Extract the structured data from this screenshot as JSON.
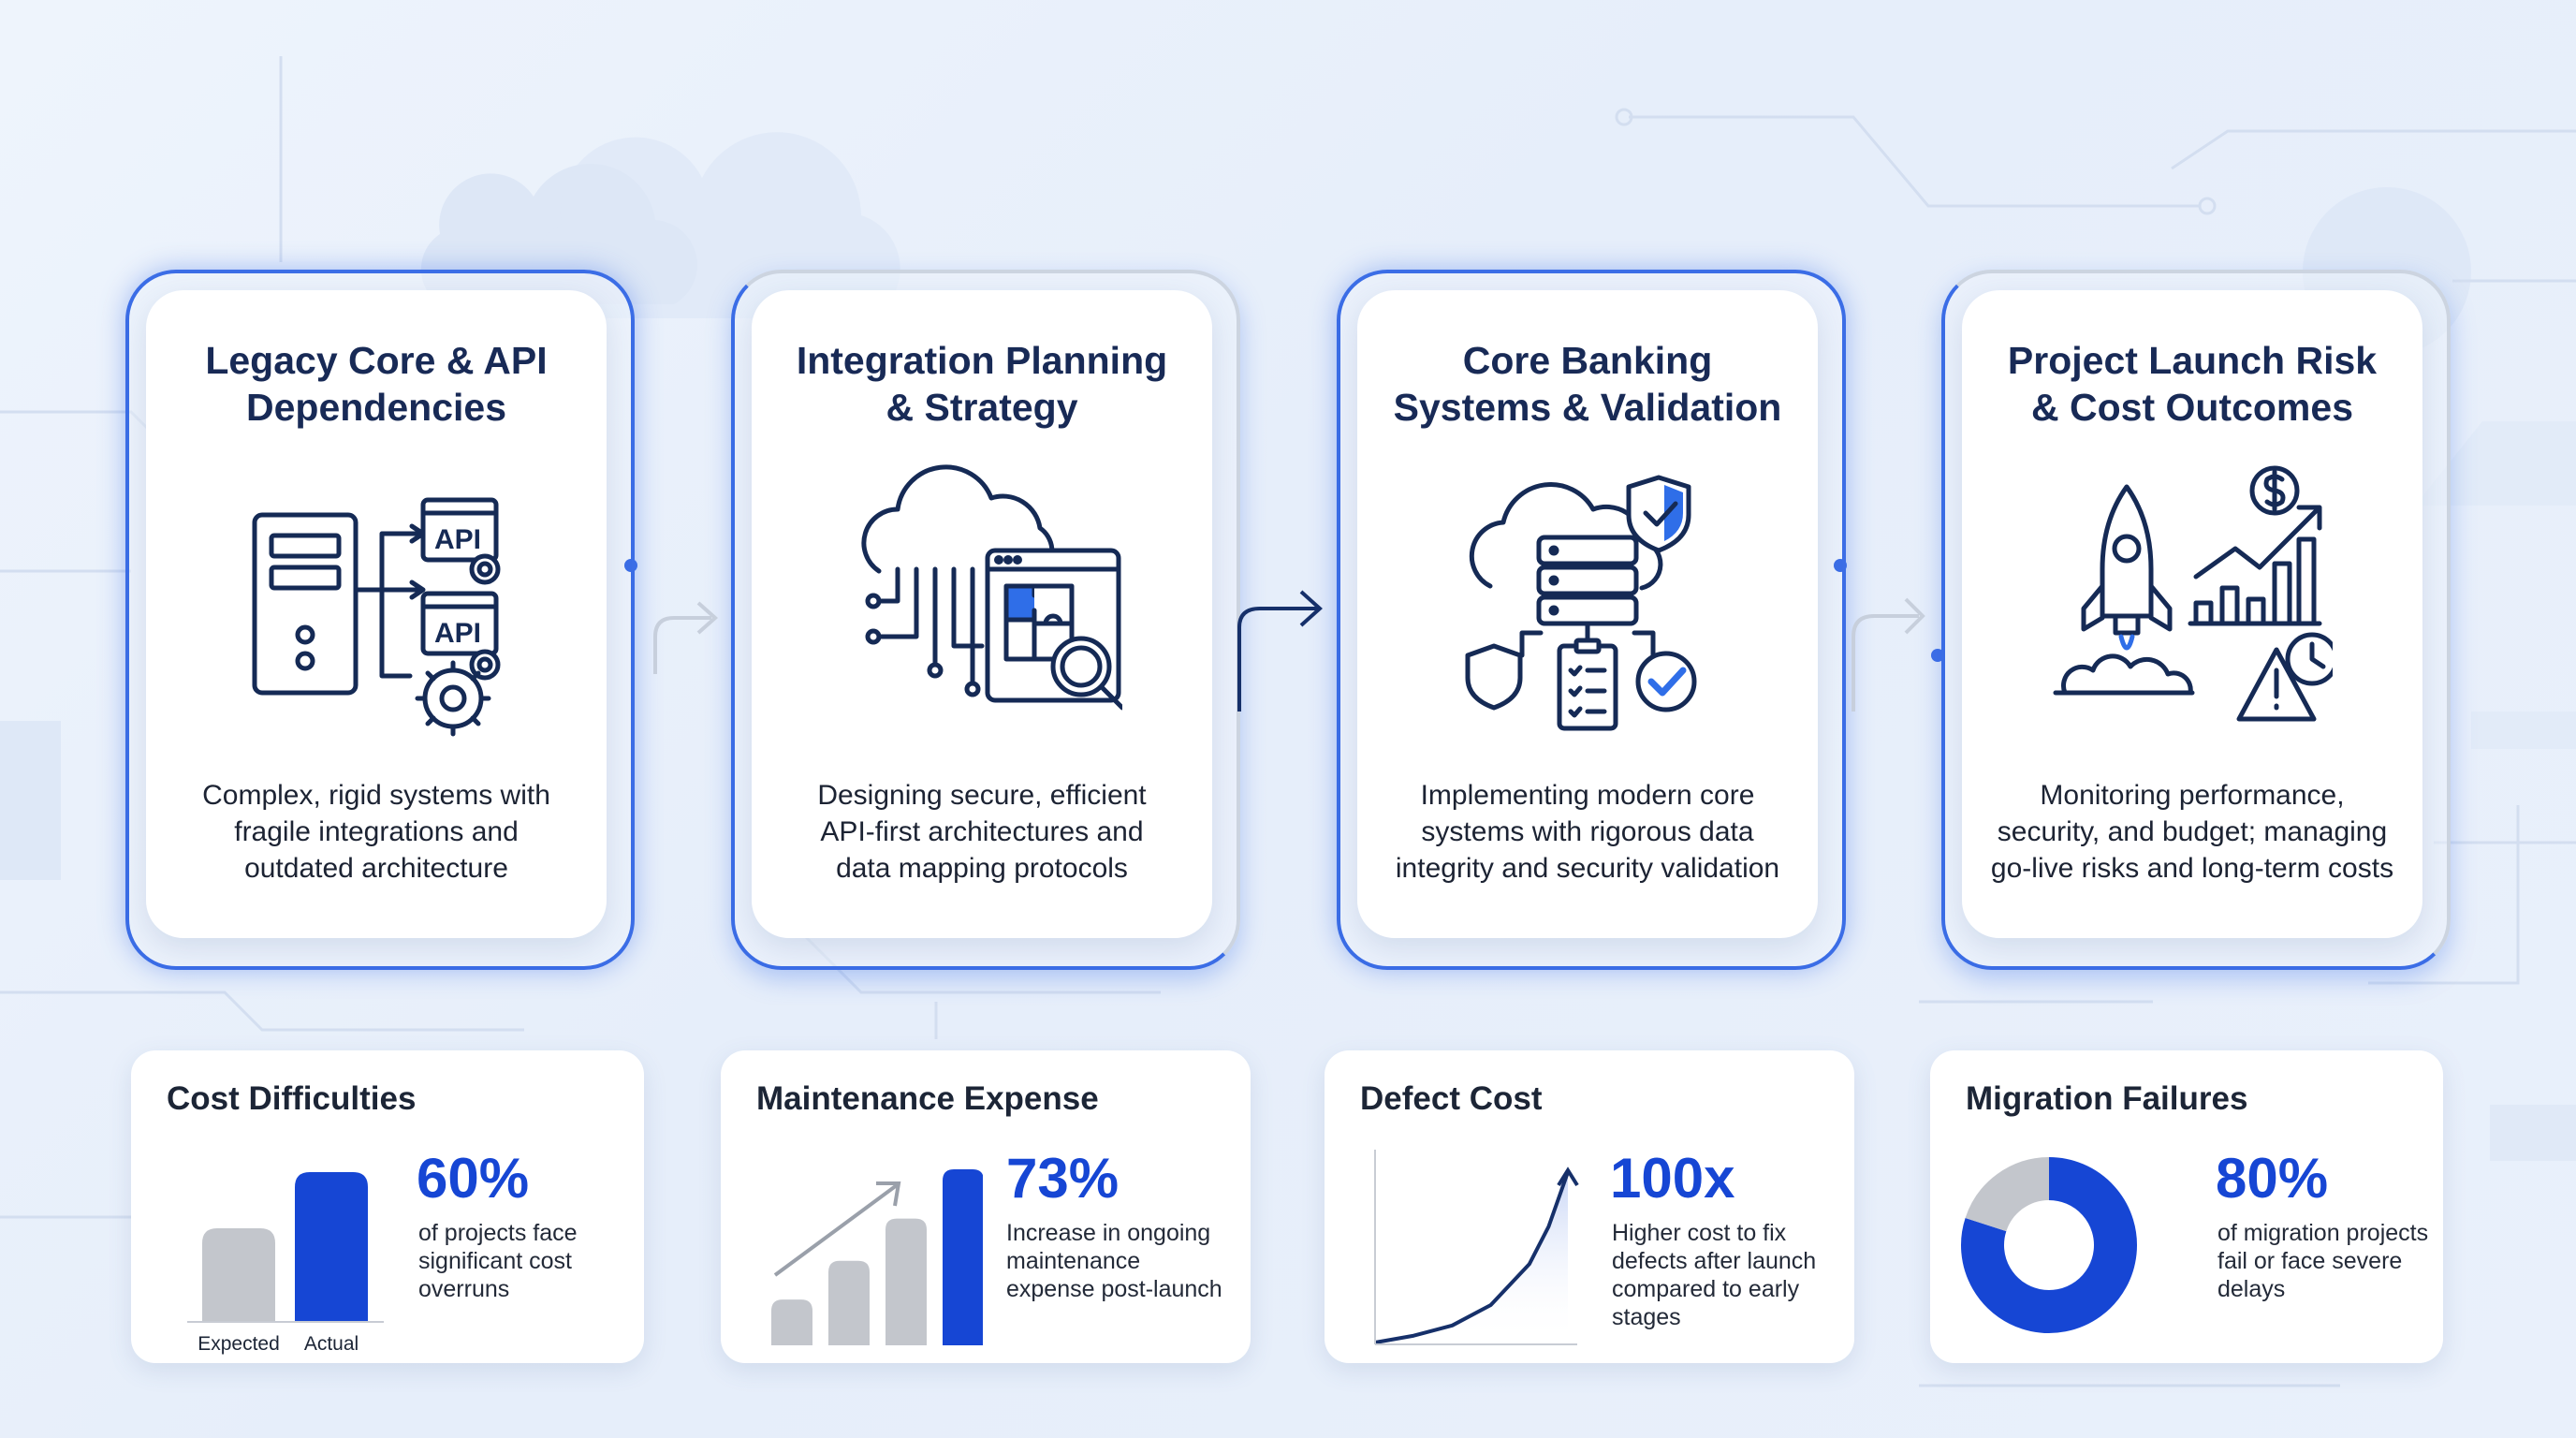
{
  "colors": {
    "accent": "#1646d4",
    "icon": "#152a55",
    "bar_grey": "#c3c6cc",
    "frame_blue": "#3b6de6"
  },
  "steps": [
    {
      "title": "Legacy Core & API\nDependencies",
      "icon": "server-api-icon",
      "icon_labels": [
        "API",
        "API"
      ],
      "description": "Complex, rigid systems with\nfragile integrations and\noutdated architecture"
    },
    {
      "title": "Integration Planning\n& Strategy",
      "icon": "cloud-puzzle-icon",
      "description": "Designing secure, efficient\nAPI-first architectures and\ndata mapping protocols"
    },
    {
      "title": "Core Banking\nSystems & Validation",
      "icon": "cloud-database-shield-icon",
      "description": "Implementing modern core\nsystems with rigorous data\nintegrity and security validation"
    },
    {
      "title": "Project Launch Risk\n& Cost Outcomes",
      "icon": "rocket-growth-warning-icon",
      "description": "Monitoring performance,\nsecurity, and budget; managing\ngo-live risks and long-term costs"
    }
  ],
  "stats": [
    {
      "title": "Cost Difficulties",
      "value": "60%",
      "description": "of projects face\nsignificant cost\noverruns"
    },
    {
      "title": "Maintenance Expense",
      "value": "73%",
      "description": "Increase in ongoing\nmaintenance\nexpense post-launch"
    },
    {
      "title": "Defect Cost",
      "value": "100x",
      "description": "Higher cost to fix\ndefects after launch\ncompared to early\nstages"
    },
    {
      "title": "Migration Failures",
      "value": "80%",
      "description": "of migration projects\nfail or face severe\ndelays"
    }
  ],
  "chart_data": [
    {
      "type": "bar",
      "categories": [
        "Expected",
        "Actual"
      ],
      "values": [
        100,
        160
      ],
      "ylim": [
        0,
        170
      ],
      "grid": false
    },
    {
      "type": "bar",
      "categories": [
        "",
        "",
        "",
        ""
      ],
      "values": [
        26,
        48,
        72,
        100
      ],
      "ylim": [
        0,
        100
      ],
      "grid": false
    },
    {
      "type": "area",
      "x": [
        0,
        20,
        40,
        60,
        80,
        90,
        100
      ],
      "y": [
        0,
        4,
        10,
        22,
        46,
        68,
        100
      ],
      "ylim": [
        0,
        100
      ],
      "grid": false
    },
    {
      "type": "pie",
      "categories": [
        "",
        ""
      ],
      "values": [
        80,
        20
      ],
      "grid": false
    }
  ]
}
